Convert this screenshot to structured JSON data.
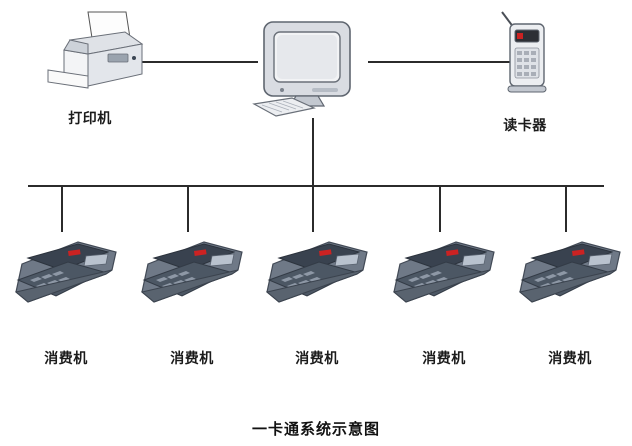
{
  "diagram": {
    "caption": "一卡通系统示意图",
    "nodes": [
      {
        "id": "printer",
        "label": "打印机",
        "icon": "printer-icon"
      },
      {
        "id": "computer",
        "label": "",
        "icon": "crt-monitor-icon"
      },
      {
        "id": "reader",
        "label": "读卡器",
        "icon": "card-reader-icon"
      },
      {
        "id": "pos1",
        "label": "消费机",
        "icon": "pos-terminal-icon"
      },
      {
        "id": "pos2",
        "label": "消费机",
        "icon": "pos-terminal-icon"
      },
      {
        "id": "pos3",
        "label": "消费机",
        "icon": "pos-terminal-icon"
      },
      {
        "id": "pos4",
        "label": "消费机",
        "icon": "pos-terminal-icon"
      },
      {
        "id": "pos5",
        "label": "消费机",
        "icon": "pos-terminal-icon"
      }
    ],
    "colors": {
      "line": "#2b2b2b",
      "device_body": "#8d97a6",
      "device_dark": "#3b4654",
      "device_light": "#e8eaee",
      "accent_red": "#cc2222",
      "background": "#ffffff"
    }
  }
}
